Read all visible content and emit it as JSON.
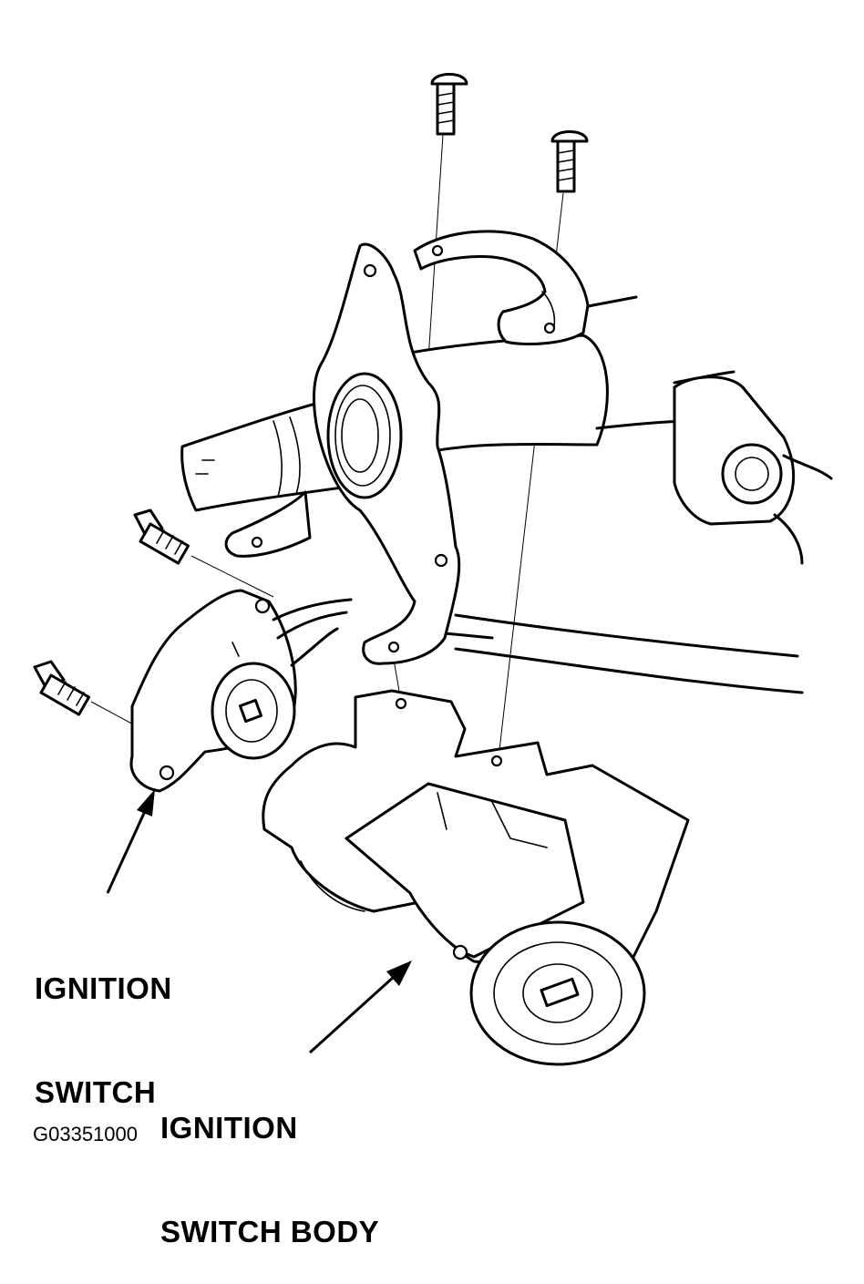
{
  "labels": {
    "ignition_switch": [
      "IGNITION",
      "SWITCH"
    ],
    "ignition_switch_body": [
      "IGNITION",
      "SWITCH BODY"
    ]
  },
  "figure_code": "G03351000",
  "colors": {
    "ink": "#000000",
    "paper": "#ffffff"
  }
}
